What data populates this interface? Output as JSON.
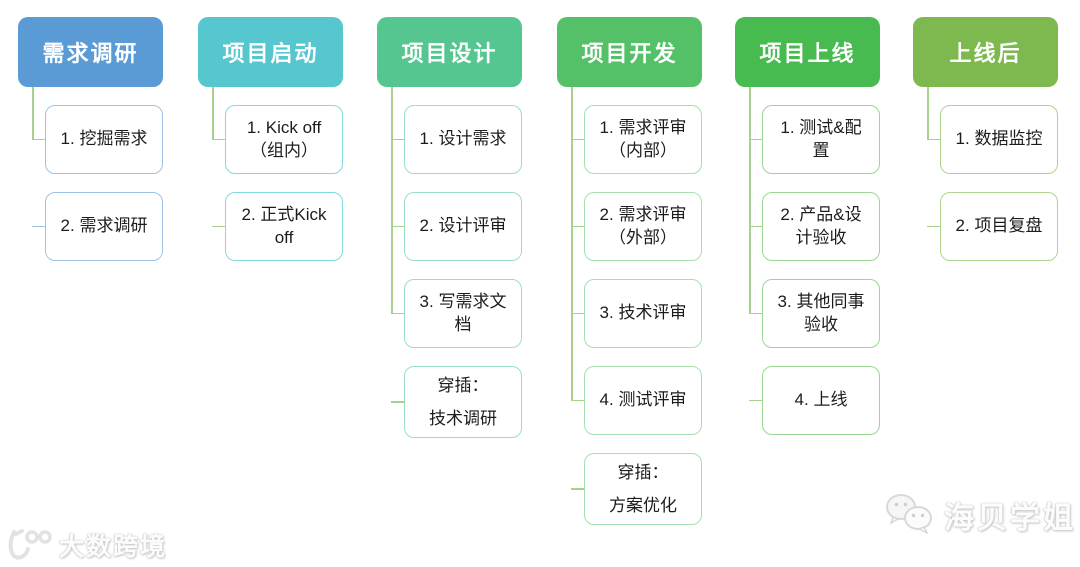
{
  "diagram": {
    "connector_color": "#a9d18e",
    "columns": [
      {
        "id": "stage-1",
        "title": "需求调研",
        "header_color": "#5b9bd5",
        "border_color": "#9dc3e6",
        "stub_color": "#9dc3e6",
        "items": [
          {
            "lines": [
              "1. 挖掘需求"
            ]
          },
          {
            "lines": [
              "2. 需求调研"
            ]
          }
        ]
      },
      {
        "id": "stage-2",
        "title": "项目启动",
        "header_color": "#57c7cf",
        "border_color": "#84d8de",
        "stub_color": "#a9d18e",
        "items": [
          {
            "lines": [
              "1. Kick off",
              "（组内）"
            ]
          },
          {
            "lines": [
              "2. 正式Kick",
              "off"
            ]
          }
        ]
      },
      {
        "id": "stage-3",
        "title": "项目设计",
        "header_color": "#55c690",
        "border_color": "#9adfc3",
        "stub_color": "#a9d18e",
        "items": [
          {
            "lines": [
              "1. 设计需求"
            ]
          },
          {
            "lines": [
              "2. 设计评审"
            ]
          },
          {
            "lines": [
              "3. 写需求文",
              "档"
            ]
          },
          {
            "lines": [
              "穿插：",
              "技术调研"
            ],
            "spread": true
          }
        ]
      },
      {
        "id": "stage-4",
        "title": "项目开发",
        "header_color": "#54c168",
        "border_color": "#a6e0ae",
        "stub_color": "#a9d18e",
        "items": [
          {
            "lines": [
              "1. 需求评审",
              "（内部）"
            ]
          },
          {
            "lines": [
              "2. 需求评审",
              "（外部）"
            ]
          },
          {
            "lines": [
              "3. 技术评审"
            ]
          },
          {
            "lines": [
              "4. 测试评审"
            ]
          },
          {
            "lines": [
              "穿插：",
              "方案优化"
            ],
            "spread": true
          }
        ]
      },
      {
        "id": "stage-5",
        "title": "项目上线",
        "header_color": "#47bb50",
        "border_color": "#9ad793",
        "stub_color": "#a9d18e",
        "items": [
          {
            "lines": [
              "1. 测试&配",
              "置"
            ]
          },
          {
            "lines": [
              "2. 产品&设",
              "计验收"
            ]
          },
          {
            "lines": [
              "3. 其他同事",
              "验收"
            ]
          },
          {
            "lines": [
              "4. 上线"
            ]
          }
        ]
      },
      {
        "id": "stage-6",
        "title": "上线后",
        "header_color": "#7db94e",
        "border_color": "#aed58c",
        "stub_color": "#a9d18e",
        "items": [
          {
            "lines": [
              "1. 数据监控"
            ]
          },
          {
            "lines": [
              "2. 项目复盘"
            ]
          }
        ]
      }
    ]
  },
  "watermarks": {
    "bottom_left": {
      "icon": "dashu-kuajing-logo",
      "text": "大数跨境"
    },
    "bottom_right": {
      "icon": "wechat-icon",
      "text": "海贝学姐"
    }
  }
}
